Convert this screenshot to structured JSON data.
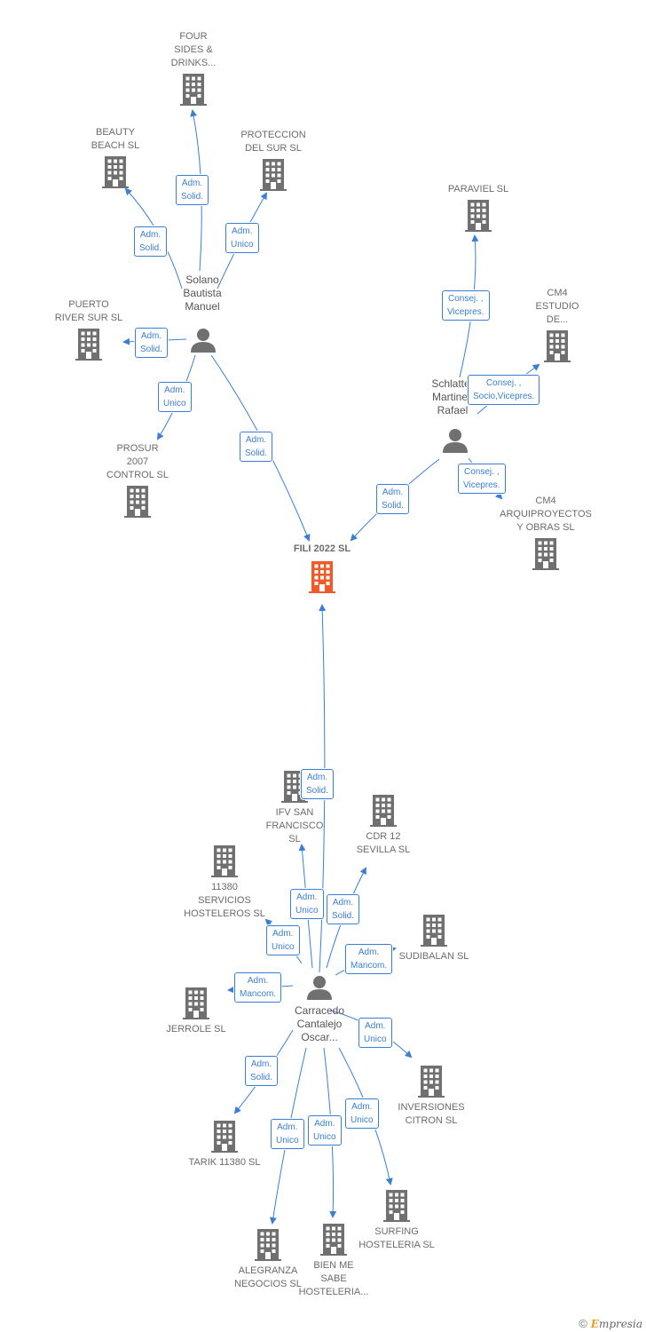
{
  "colors": {
    "edge": "#3a7fd5",
    "node": "#707070",
    "main": "#f05a28",
    "label": "#6b6b6b"
  },
  "nodes": {
    "fili": "FILI 2022  SL",
    "four_sides": "FOUR\nSIDES &\nDRINKS...",
    "beauty": "BEAUTY\nBEACH  SL",
    "proteccion": "PROTECCION\nDEL SUR  SL",
    "puerto": "PUERTO\nRIVER SUR  SL",
    "prosur": "PROSUR\n2007\nCONTROL  SL",
    "paraviel": "PARAVIEL  SL",
    "cm4_estudio": "CM4\nESTUDIO\nDE...",
    "cm4_arqui": "CM4\nARQUIPROYECTOS\nY OBRAS  SL",
    "ifv": "IFV SAN\nFRANCISCO\nSL",
    "cdr12": "CDR 12\nSEVILLA  SL",
    "servicios11380": "11380\nSERVICIOS\nHOSTELEROS SL",
    "sudibalan": "SUDIBALAN SL",
    "jerrole": "JERROLE SL",
    "inversiones": "INVERSIONES\nCITRON  SL",
    "tarik": "TARIK 11380 SL",
    "alegranza": "ALEGRANZA\nNEGOCIOS  SL",
    "bienme": "BIEN ME\nSABE\nHOSTELERIA...",
    "surfing": "SURFING\nHOSTELERIA SL"
  },
  "persons": {
    "solano": "Solano\nBautista\nManuel",
    "schlatter": "Schlatter\nMartinez\nRafael",
    "carracedo": "Carracedo\nCantalejo\nOscar..."
  },
  "badges": {
    "b1": "Adm.\nSolid.",
    "b2": "Adm.\nSolid.",
    "b3": "Adm.\nUnico",
    "b4": "Adm.\nSolid.",
    "b5": "Adm.\nUnico",
    "b6": "Adm.\nSolid.",
    "b7": "Consej. ,\nVicepres.",
    "b8": "Consej. ,\nSocio,Vicepres.",
    "b9": "Consej. ,\nVicepres.",
    "b10": "Adm.\nSolid.",
    "b11": "Adm.\nSolid.",
    "b12": "Adm.\nUnico",
    "b13": "Adm.\nSolid.",
    "b14": "Adm.\nUnico",
    "b15": "Adm.\nMancom.",
    "b16": "Adm.\nMancom.",
    "b17": "Adm.\nUnico",
    "b18": "Adm.\nSolid.",
    "b19": "Adm.\nUnico",
    "b20": "Adm.\nUnico",
    "b21": "Adm.\nUnico"
  },
  "footer": {
    "copyright": "©",
    "brand_initial": "E",
    "brand_rest": "mpresia"
  }
}
